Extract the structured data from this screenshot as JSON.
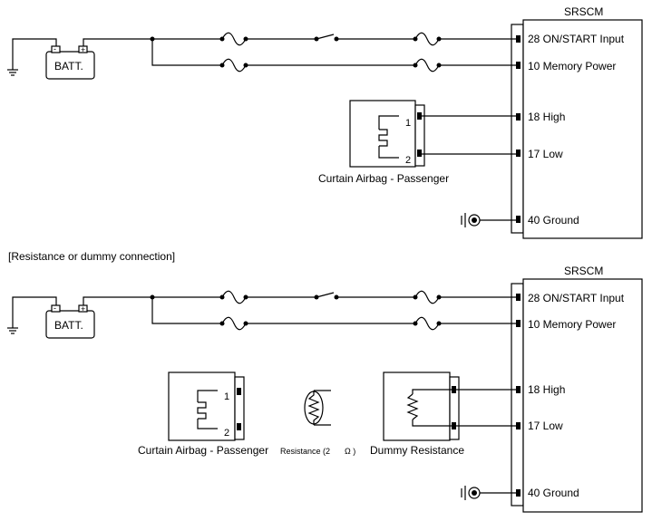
{
  "top": {
    "ecu_title": "SRSCM",
    "battery_label": "BATT.",
    "battery_neg": "-",
    "battery_pos": "+",
    "pins": {
      "on_start": "28 ON/START Input",
      "memory": "10 Memory Power",
      "high": "18 High",
      "low": "17 Low",
      "ground": "40 Ground"
    },
    "airbag_label": "Curtain Airbag - Passenger",
    "airbag_pin1": "1",
    "airbag_pin2": "2"
  },
  "section_caption": "[Resistance or dummy connection]",
  "bottom": {
    "ecu_title": "SRSCM",
    "battery_label": "BATT.",
    "battery_neg": "-",
    "battery_pos": "+",
    "pins": {
      "on_start": "28 ON/START Input",
      "memory": "10 Memory Power",
      "high": "18 High",
      "low": "17 Low",
      "ground": "40 Ground"
    },
    "airbag_label": "Curtain Airbag - Passenger",
    "airbag_pin1": "1",
    "airbag_pin2": "2",
    "resistance_label": "Resistance (2",
    "resistance_unit": "Ω )",
    "dummy_label": "Dummy Resistance"
  }
}
